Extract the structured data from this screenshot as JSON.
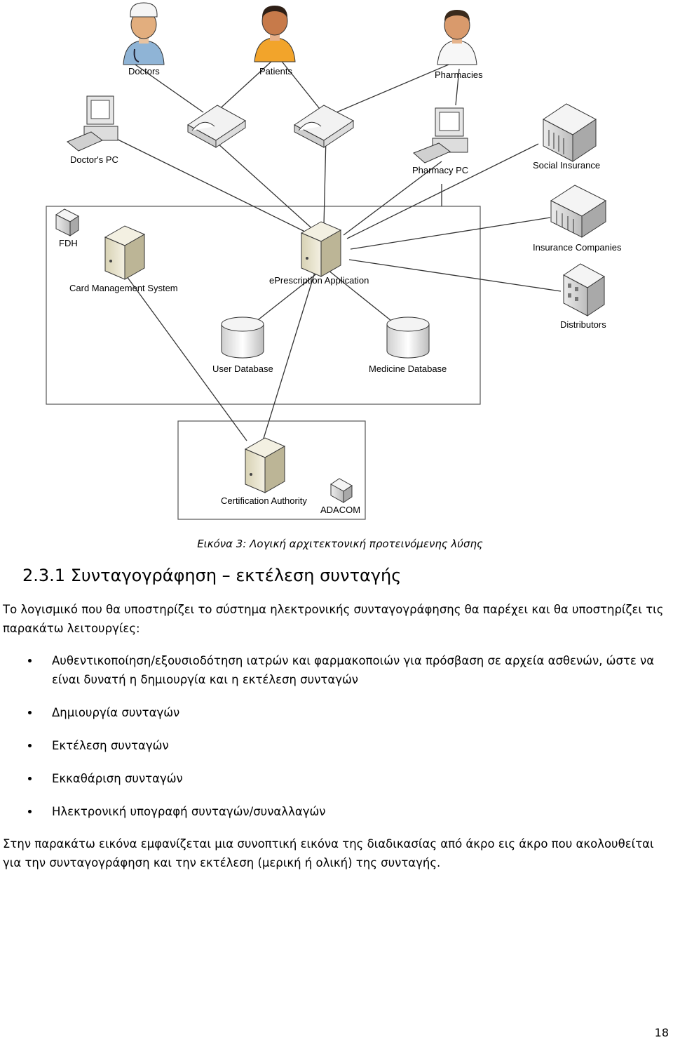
{
  "figure": {
    "labels": {
      "doctors": "Doctors",
      "patients": "Patients",
      "pharmacies": "Pharmacies",
      "doctors_pc": "Doctor's PC",
      "pharmacy_pc": "Pharmacy PC",
      "social_insurance": "Social Insurance",
      "fdh": "FDH",
      "card_management": "Card Management System",
      "eprescription": "ePrescription Application",
      "insurance_companies": "Insurance Companies",
      "distributors": "Distributors",
      "user_database": "User Database",
      "medicine_database": "Medicine Database",
      "certification_authority": "Certification Authority",
      "adacom": "ADACOM"
    },
    "icons": [
      "doctor-person-icon",
      "patient-person-icon",
      "pharmacist-person-icon",
      "desktop-pc-icon",
      "card-reader-icon",
      "server-tower-icon",
      "database-cylinder-icon",
      "building-icon"
    ]
  },
  "caption": "Εικόνα 3: Λογική αρχιτεκτονική προτεινόμενης λύσης",
  "section": {
    "number": "2.3.1",
    "title": "Συνταγογράφηση – εκτέλεση συνταγής"
  },
  "intro_paragraph": "Το λογισμικό που θα υποστηρίζει το σύστημα ηλεκτρονικής συνταγογράφησης θα παρέχει και θα υποστηρίζει τις παρακάτω λειτουργίες:",
  "bullets": [
    "Αυθεντικοποίηση/εξουσιοδότηση ιατρών και φαρμακοποιών για πρόσβαση σε αρχεία ασθενών, ώστε να είναι δυνατή η δημιουργία και η εκτέλεση συνταγών",
    "Δημιουργία συνταγών",
    "Εκτέλεση συνταγών",
    "Εκκαθάριση συνταγών",
    "Ηλεκτρονική υπογραφή συνταγών/συναλλαγών"
  ],
  "closing_paragraph": "Στην παρακάτω εικόνα εμφανίζεται μια συνοπτική εικόνα της διαδικασίας από άκρο εις άκρο που ακολουθείται για την συνταγογράφηση και την εκτέλεση (μερική ή ολική) της συνταγής.",
  "page_number": "18"
}
